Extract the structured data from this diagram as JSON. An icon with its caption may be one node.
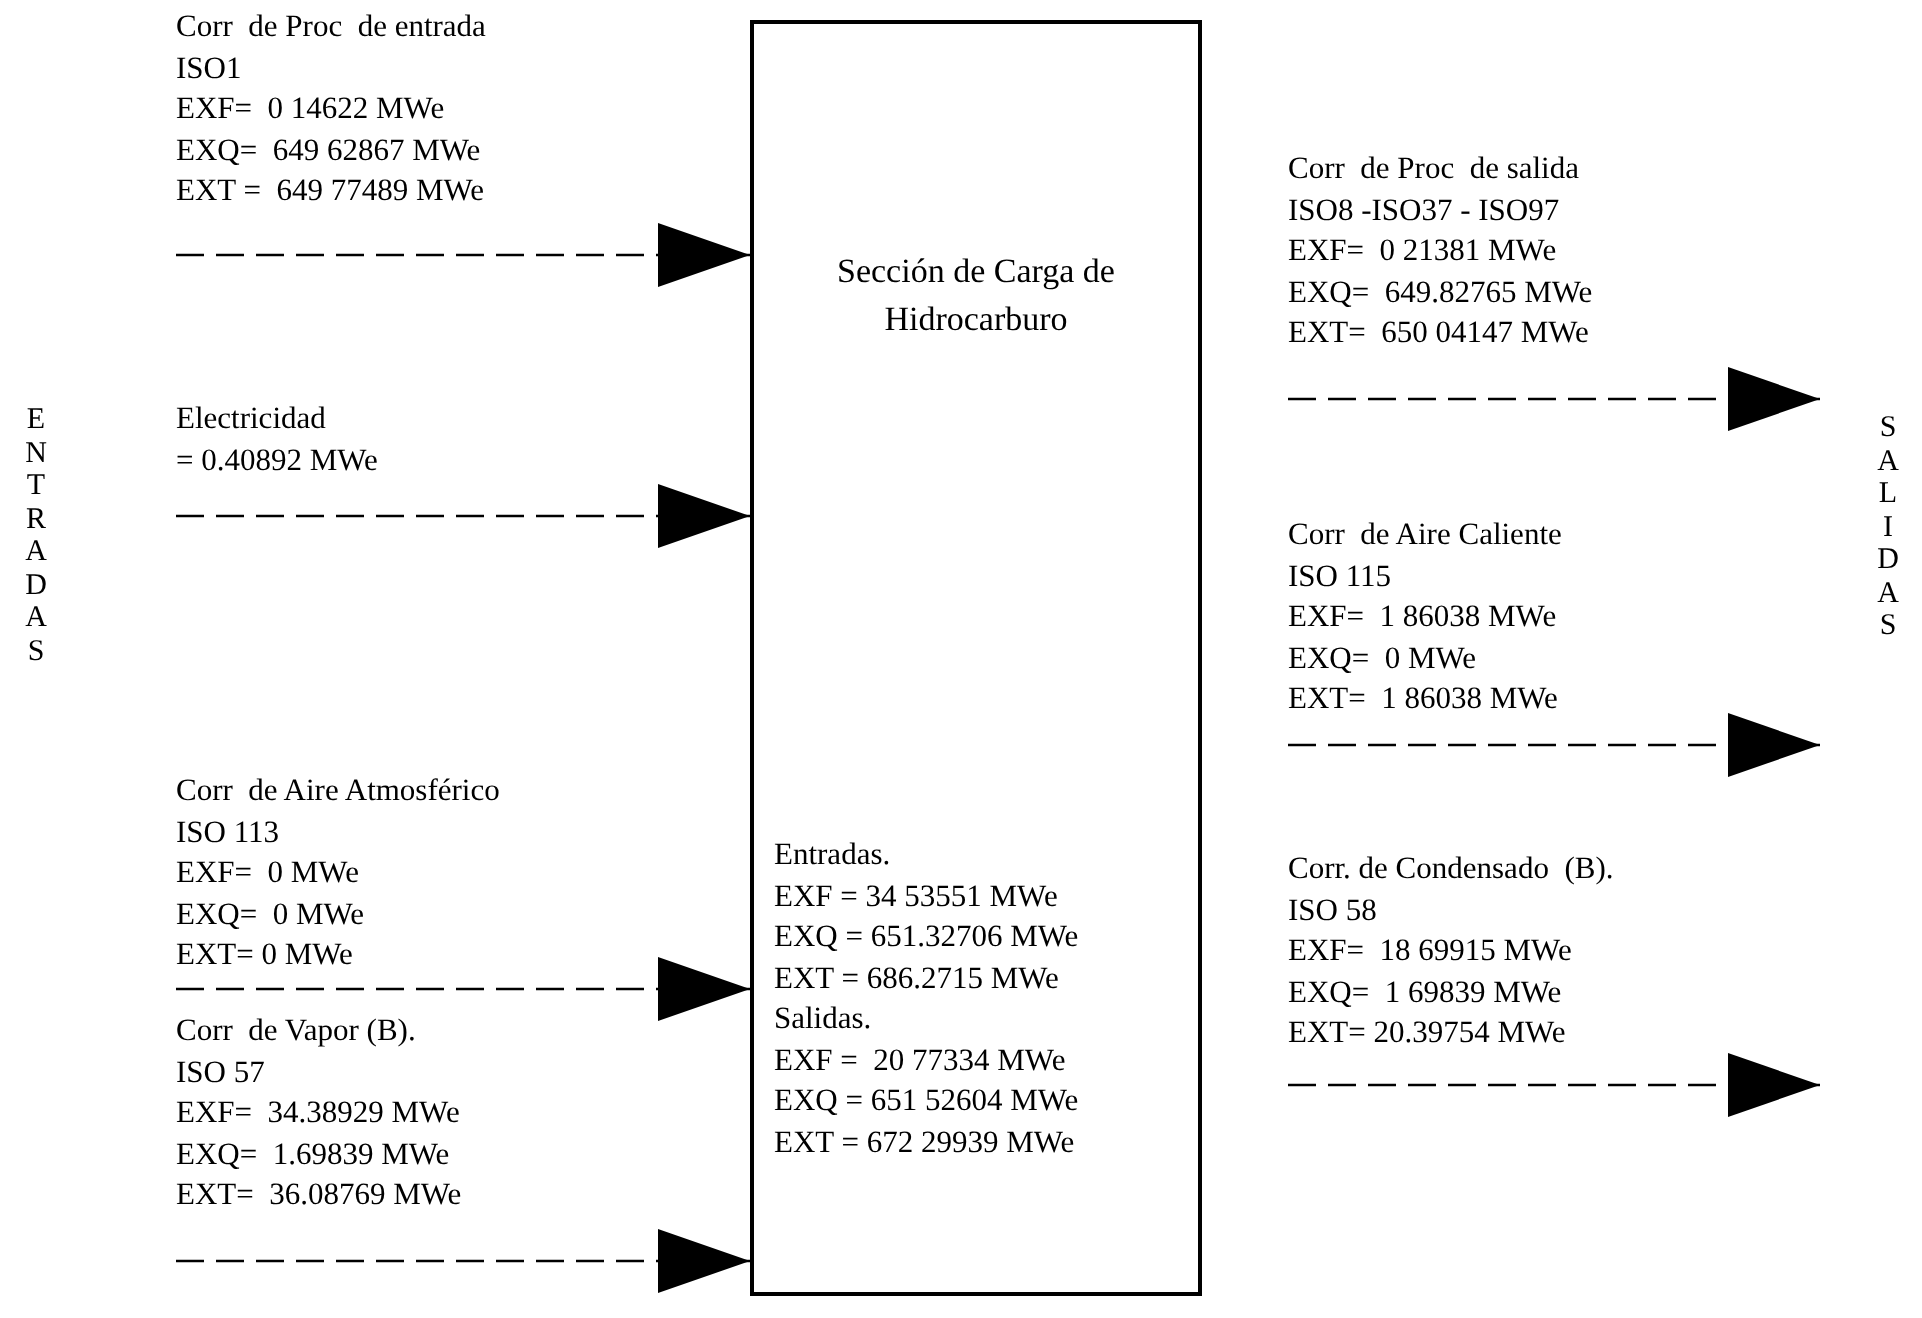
{
  "diagram": {
    "nodes": [
      {
        "text": [
          "Corr  de Proc  de entrada",
          "ISO1",
          "EXF=  0 14622 MWe",
          "EXQ=  649 62867 MWe",
          "EXT =  649 77489 MWe"
        ]
      },
      {
        "text": [
          "Electricidad",
          "= 0.40892 MWe"
        ]
      },
      {
        "text": [
          "Corr  de Aire Atmosférico",
          "ISO 113",
          "EXF=  0 MWe",
          "EXQ=  0 MWe",
          "EXT= 0 MWe"
        ]
      },
      {
        "text": [
          "Corr  de Vapor (B).",
          "ISO 57",
          "EXF=  34.38929 MWe",
          "EXQ=  1.69839 MWe",
          "EXT=  36.08769 MWe"
        ]
      },
      {
        "text": [
          "Sección de Carga de Hidrocarburo",
          "Entradas.",
          "EXF = 34 53551 MWe",
          "EXQ = 651.32706 MWe",
          "EXT = 686.2715 MWe",
          "Salidas.",
          "EXF =  20 77334 MWe",
          "EXQ = 651 52604 MWe",
          "EXT = 672 29939 MWe"
        ]
      },
      {
        "text": [
          "Corr  de Proc  de salida",
          "ISO8 -ISO37 - ISO97",
          "EXF=  0 21381 MWe",
          "EXQ=  649.82765 MWe",
          "EXT=  650 04147 MWe"
        ]
      },
      {
        "text": [
          "Corr  de Aire Caliente",
          "ISO 115",
          "EXF=  1 86038 MWe",
          "EXQ=  0 MWe",
          "EXT=  1 86038 MWe"
        ]
      },
      {
        "text": [
          "Corr. de Condensado  (B).",
          "ISO 58",
          "EXF=  18 69915 MWe",
          "EXQ=  1 69839 MWe",
          "EXT= 20.39754 MWe"
        ]
      }
    ],
    "edges": [
      {
        "from": 0,
        "to": 4,
        "arrow": "to",
        "style": "dashed"
      },
      {
        "from": 1,
        "to": 4,
        "arrow": "to",
        "style": "dashed"
      },
      {
        "from": 2,
        "to": 4,
        "arrow": "to",
        "style": "dashed"
      },
      {
        "from": 3,
        "to": 4,
        "arrow": "to",
        "style": "dashed"
      },
      {
        "from": 5,
        "to": null,
        "arrow": "to",
        "style": "dashed"
      },
      {
        "from": 6,
        "to": null,
        "arrow": "to",
        "style": "dashed"
      },
      {
        "from": 7,
        "to": null,
        "arrow": "to",
        "style": "dashed"
      }
    ],
    "labels": [
      "ENTRADAS",
      "SALIDAS"
    ]
  }
}
